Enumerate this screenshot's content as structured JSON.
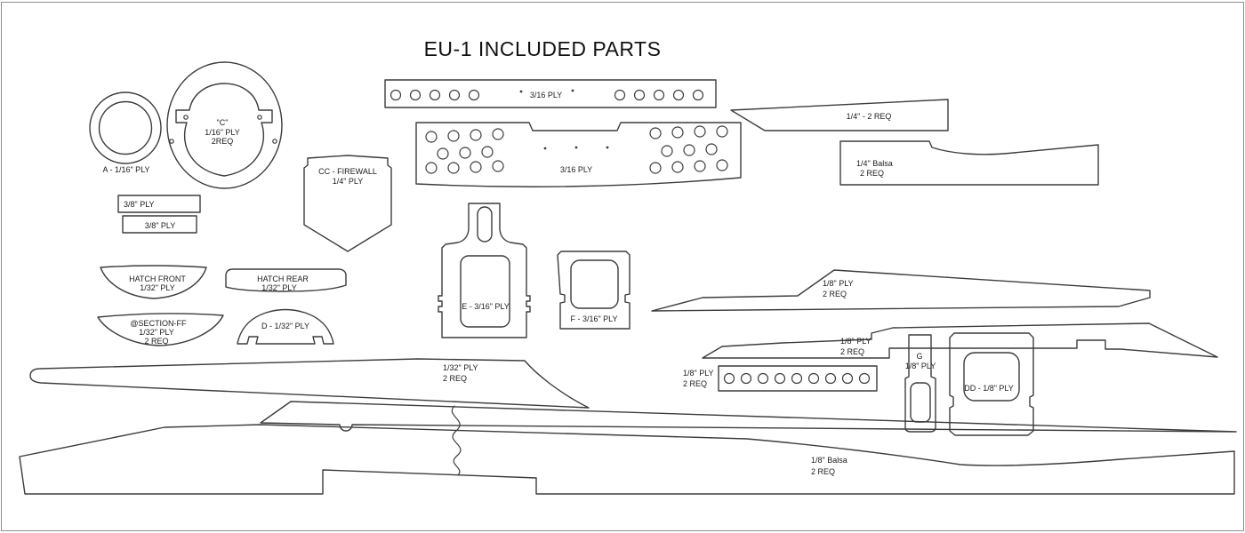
{
  "title": "EU-1 INCLUDED PARTS",
  "colors": {
    "line": "#3c3c3c",
    "text": "#1c1c1c",
    "background": "#ffffff",
    "sheet_border": "#8f8f8f"
  },
  "parts": {
    "a_disc": {
      "label": "A - 1/16\" PLY"
    },
    "c_ring": {
      "name": "\"C\"",
      "material": "1/16\" PLY",
      "qty": "2REQ"
    },
    "servo_tray_strip": {
      "material": "3/16 PLY"
    },
    "main_plate": {
      "material": "3/16 PLY"
    },
    "wedge": {
      "label": "1/4\" - 2 REQ"
    },
    "balsa_quarter": {
      "material": "1/4\" Balsa",
      "qty": "2 REQ"
    },
    "firewall": {
      "name": "CC - FIREWALL",
      "material": "1/4\" PLY"
    },
    "ply_38_top": {
      "label": "3/8\" PLY"
    },
    "ply_38_bottom": {
      "label": "3/8\" PLY"
    },
    "hatch_front": {
      "name": "HATCH FRONT",
      "material": "1/32\" PLY"
    },
    "hatch_rear": {
      "name": "HATCH REAR",
      "material": "1/32\" PLY"
    },
    "section_ff": {
      "name": "@SECTION-FF",
      "material": "1/32\" PLY",
      "qty": "2 REQ"
    },
    "d_dome": {
      "label": "D - 1/32\" PLY"
    },
    "e_frame": {
      "label": "E - 3/16\" PLY"
    },
    "f_frame": {
      "label": "F - 3/16\" PLY"
    },
    "ply_18_upper": {
      "material": "1/8\" PLY",
      "qty": "2 REQ"
    },
    "ply_18_lower": {
      "material": "1/8\" PLY",
      "qty": "2 REQ"
    },
    "skin_132": {
      "material": "1/32\" PLY",
      "qty": "2 REQ"
    },
    "ply_18_strip": {
      "material": "1/8\" PLY",
      "qty": "2 REQ"
    },
    "g_part": {
      "name": "G",
      "material": "1/8\" PLY"
    },
    "dd_part": {
      "label": "DD - 1/8\" PLY"
    },
    "fuselage_side": {
      "material": "1/8\" Balsa",
      "qty": "2 REQ"
    }
  }
}
